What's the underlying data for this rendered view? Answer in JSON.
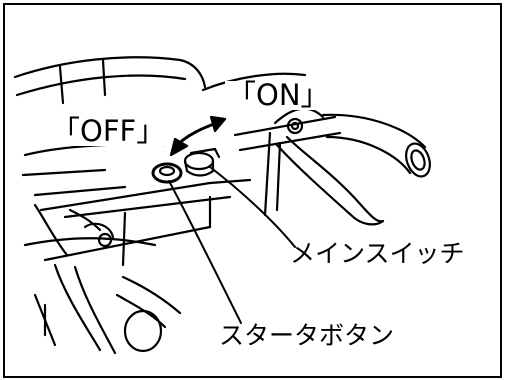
{
  "labels": {
    "on": "「ON」",
    "off": "「OFF」",
    "main_switch": "メインスイッチ",
    "starter_button": "スタータボタン"
  },
  "colors": {
    "line": "#000000",
    "background": "#ffffff"
  }
}
